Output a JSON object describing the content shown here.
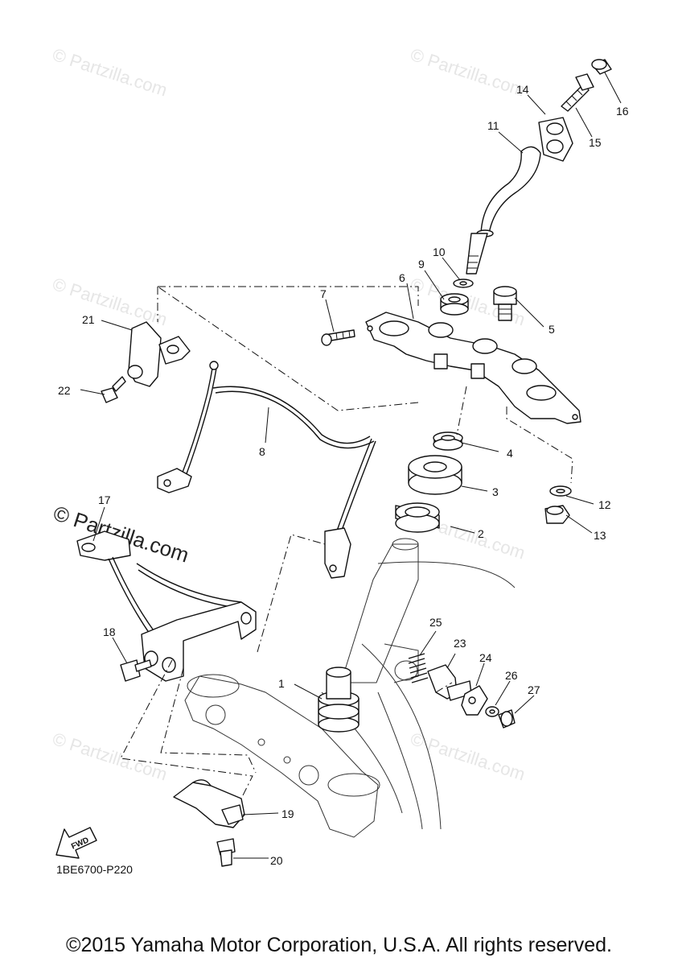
{
  "watermark": {
    "text": "© Partzilla.com",
    "featured_text": "© Partzilla.com"
  },
  "callouts": [
    "1",
    "2",
    "3",
    "4",
    "5",
    "6",
    "7",
    "8",
    "9",
    "10",
    "11",
    "12",
    "13",
    "14",
    "15",
    "16",
    "17",
    "18",
    "19",
    "20",
    "21",
    "22",
    "23",
    "24",
    "25",
    "26",
    "27"
  ],
  "fwd_label": "FWD",
  "diagram_code": "1BE6700-P220",
  "copyright": "©2015 Yamaha Motor Corporation, U.S.A. All rights reserved."
}
